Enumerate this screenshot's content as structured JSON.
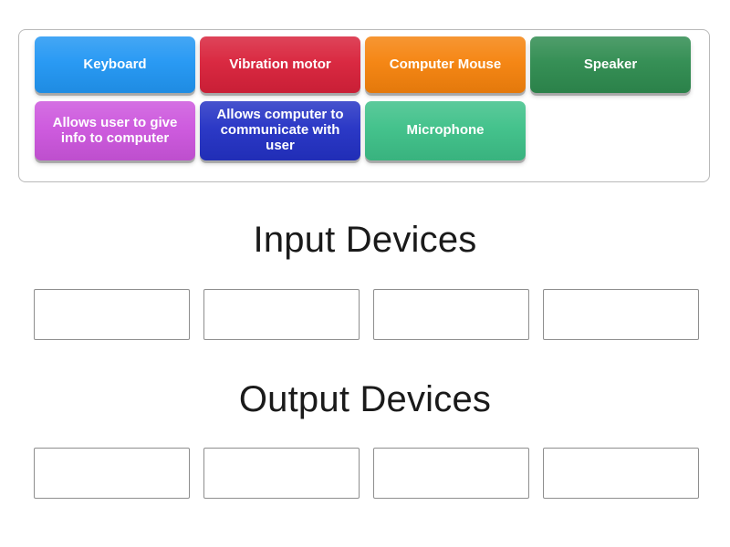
{
  "activity": {
    "type": "group-sort",
    "tray": {
      "rows": [
        {
          "tiles": [
            {
              "label": "Keyboard",
              "color": "#2196f3"
            },
            {
              "label": "Vibration motor",
              "color": "#d8213a"
            },
            {
              "label": "Computer Mouse",
              "color": "#f5820c"
            },
            {
              "label": "Speaker",
              "color": "#2e8b4f"
            }
          ]
        },
        {
          "tiles": [
            {
              "label": "Allows user to give info to computer",
              "color": "#cc55dd"
            },
            {
              "label": "Allows computer to communicate with user",
              "color": "#2331c4"
            },
            {
              "label": "Microphone",
              "color": "#3dc088"
            },
            {
              "label": "",
              "color": "transparent"
            }
          ]
        }
      ]
    },
    "groups": [
      {
        "title": "Input Devices",
        "slots": [
          {
            "value": ""
          },
          {
            "value": ""
          },
          {
            "value": ""
          },
          {
            "value": ""
          }
        ]
      },
      {
        "title": "Output Devices",
        "slots": [
          {
            "value": ""
          },
          {
            "value": ""
          },
          {
            "value": ""
          },
          {
            "value": ""
          }
        ]
      }
    ]
  }
}
